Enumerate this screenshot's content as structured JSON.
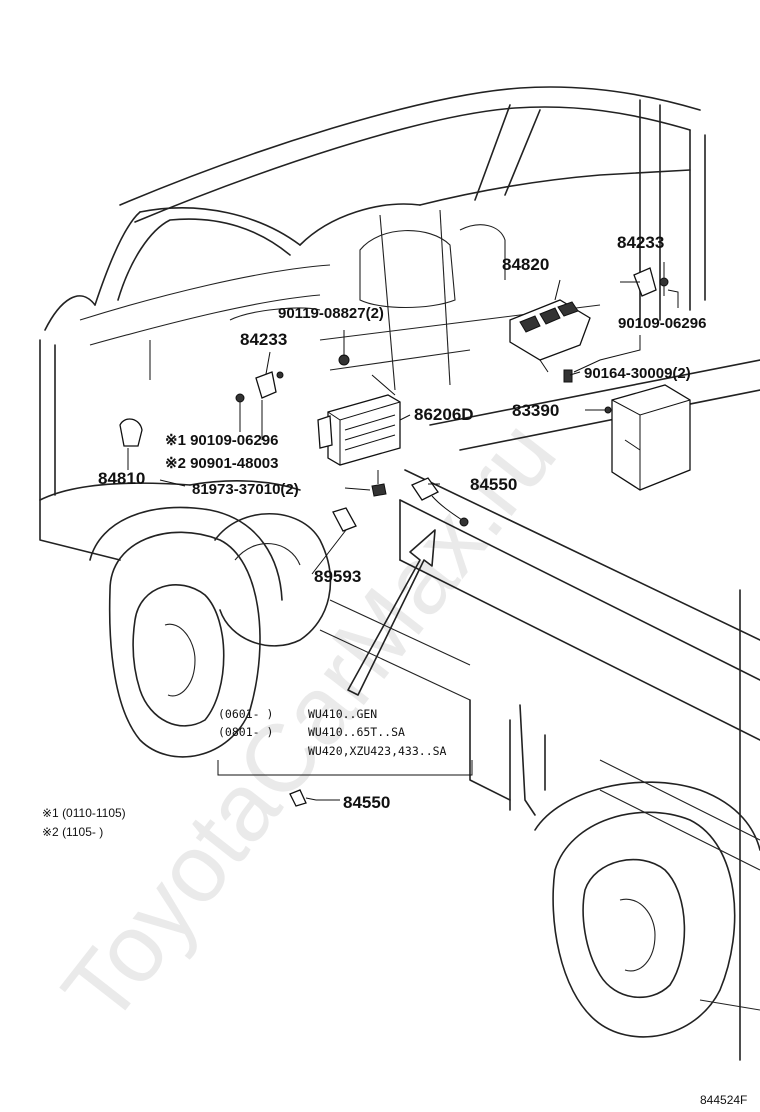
{
  "watermark": "ToyotaCarMax.ru",
  "diagram_code": "844524F",
  "labels": {
    "p84233_upper": "84233",
    "p84820": "84820",
    "p90109_right": "90109-06296",
    "p90164": "90164-30009(2)",
    "p83390": "83390",
    "p90119": "90119-08827(2)",
    "p84233_left": "84233",
    "p86206d": "86206D",
    "p90109_note1": "※1 90109-06296",
    "p90901_note2": "※2 90901-48003",
    "p84810": "84810",
    "p81973": "81973-37010(2)",
    "p84550_upper": "84550",
    "p89593": "89593",
    "p84550_lower": "84550"
  },
  "applicability": {
    "row1_date": "(0601-     )",
    "row1_model": "WU410..GEN",
    "row2_date": "(0801-     )",
    "row2_model": "WU410..65T..SA",
    "row3_model": "WU420,XZU423,433..SA"
  },
  "footnotes": {
    "note1": "※1 (0110-1105)",
    "note2": "※2 (1105-      )"
  }
}
